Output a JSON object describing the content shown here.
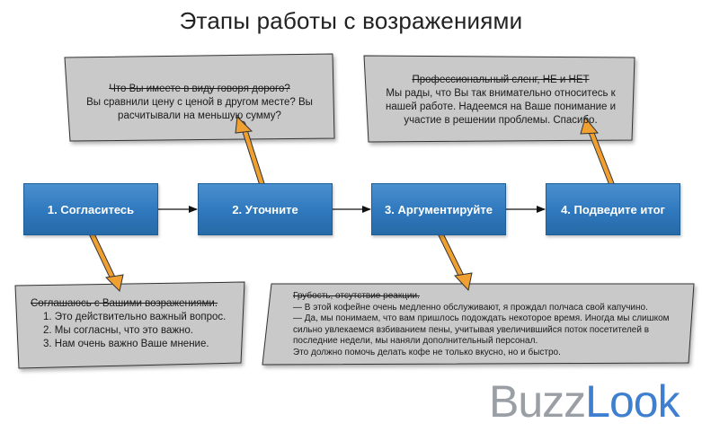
{
  "title": "Этапы работы с возражениями",
  "steps": [
    {
      "label": "1. Согласитесь"
    },
    {
      "label": "2. Уточните"
    },
    {
      "label": "3. Аргументируйте"
    },
    {
      "label": "4. Подведите итог"
    }
  ],
  "callouts": {
    "clarify": {
      "heading": "Что Вы имеете в виду говоря дорого?",
      "body": "Вы сравнили цену с ценой в другом месте? Вы расчитывали на меньшую сумму?"
    },
    "summary": {
      "heading": "Профессиональный сленг, НЕ и НЕТ",
      "body": "Мы рады, что Вы так внимательно относитесь к нашей работе. Надеемся на Ваше понимание и участие в решении проблемы. Спасибо."
    },
    "agree": {
      "heading": "Соглашаюсь с Вашими возражениями.",
      "items": [
        "1. Это действительно важный вопрос.",
        "2. Мы согласны, что это важно.",
        "3. Нам очень важно Ваше мнение."
      ]
    },
    "argue": {
      "heading": "Грубость, отсутствие реакции.",
      "line1": "— В этой кофейне очень медленно обслуживают, я прождал полчаса свой капучино.",
      "line2": "— Да, мы понимаем, что вам пришлось подождать некоторое время. Иногда мы слишком сильно увлекаемся взбиванием пены, учитывая увеличившийся поток посетителей в последние недели, мы наняли дополнительный персонал.",
      "line3": "Это должно помочь делать кофе не только вкусно, но и быстро."
    }
  },
  "logo": {
    "part1": "Buzz",
    "part2": "Look"
  },
  "colors": {
    "step": "#2f78bd",
    "callout": "#c9c9c9",
    "pointer": "#f0a030"
  }
}
